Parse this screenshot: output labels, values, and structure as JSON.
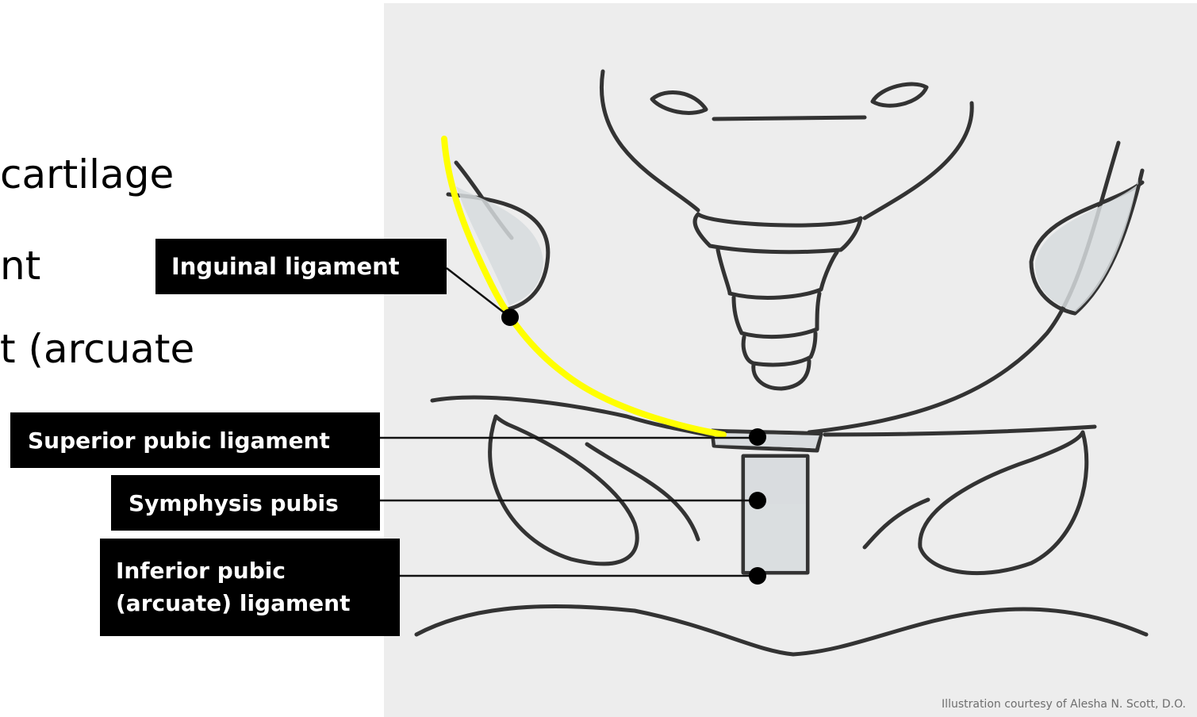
{
  "slide_text": {
    "line1": "cartilage",
    "line2": "nt",
    "line3": "t (arcuate"
  },
  "labels": {
    "inguinal": "Inguinal ligament",
    "superior": "Superior pubic ligament",
    "symphysis": "Symphysis pubis",
    "inferior_line1": "Inferior pubic",
    "inferior_line2": "(arcuate) ligament"
  },
  "credit": "Illustration courtesy of Alesha N. Scott, D.O.",
  "colors": {
    "highlight": "#ffff00",
    "label_background": "#000000",
    "label_text": "#ffffff",
    "pencil_stroke": "#333333",
    "shading": "#d6dadd",
    "paper": "#ededed"
  }
}
